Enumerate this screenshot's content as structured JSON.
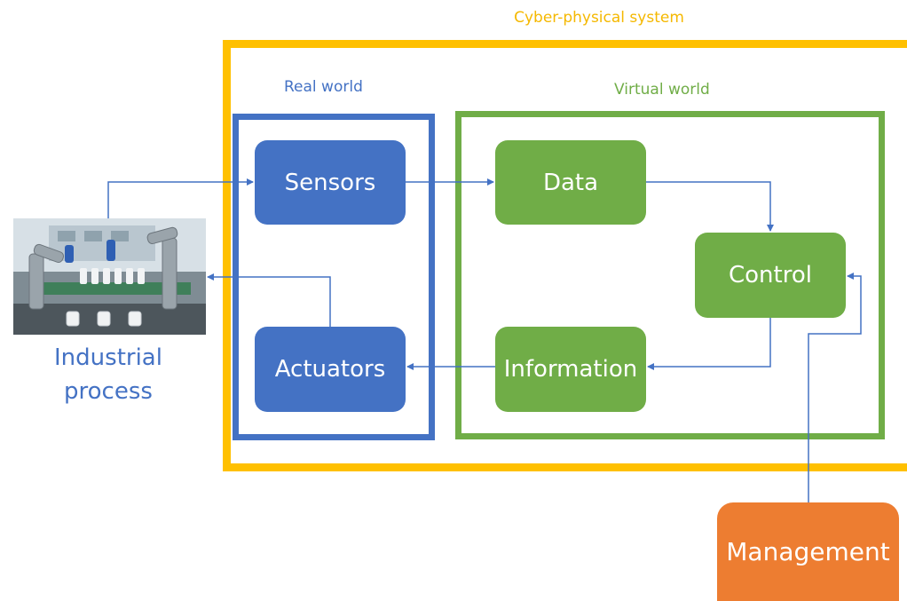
{
  "diagram": {
    "cps_title": "Cyber-physical system",
    "real_world_title": "Real world",
    "virtual_world_title": "Virtual world",
    "nodes": {
      "sensors": "Sensors",
      "actuators": "Actuators",
      "data": "Data",
      "control": "Control",
      "information": "Information",
      "management": "Management"
    },
    "process_label_line1": "Industrial",
    "process_label_line2": "process"
  },
  "colors": {
    "cps_frame": "#ffc000",
    "real_world": "#4472c4",
    "virtual_world": "#70ad47",
    "management": "#ed7d31",
    "connector": "#4472c4"
  }
}
